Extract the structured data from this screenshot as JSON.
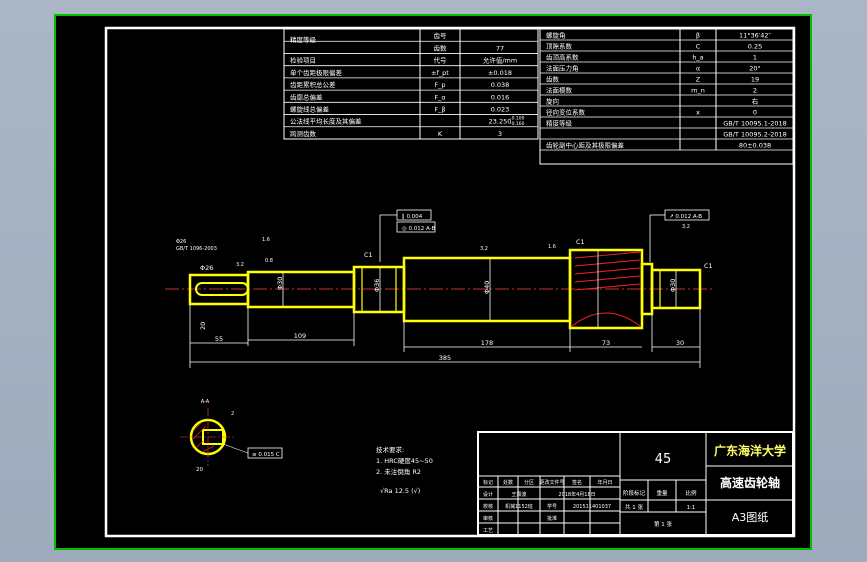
{
  "gear_params_left": [
    {
      "name": "精度等级",
      "sym": "",
      "val": ""
    },
    {
      "name": "检验项目",
      "sym": "代号",
      "val": "允许值/mm"
    },
    {
      "name": "单个齿距极限偏差",
      "sym": "±f_pt",
      "val": "±0.018"
    },
    {
      "name": "齿距累积总公差",
      "sym": "F_p",
      "val": "0.038"
    },
    {
      "name": "齿廓总偏差",
      "sym": "F_α",
      "val": "0.016"
    },
    {
      "name": "螺旋线总偏差",
      "sym": "F_β",
      "val": "0.023"
    },
    {
      "name": "公法线平均长度及其偏差",
      "sym": "",
      "val": "23.250"
    },
    {
      "name": "跨测齿数",
      "sym": "K",
      "val": "3"
    }
  ],
  "gear_params_left_hdr": {
    "col2": "齿号",
    "col3": "",
    "r1c2": "齿数",
    "r1c3": "77"
  },
  "wn_dev": {
    "upper": "-0.100",
    "lower": "-0.160"
  },
  "gear_params_right": [
    {
      "name": "螺旋角",
      "sym": "β",
      "val": "11°36′42″"
    },
    {
      "name": "顶隙系数",
      "sym": "C",
      "val": "0.25"
    },
    {
      "name": "齿顶高系数",
      "sym": "h_a",
      "val": "1"
    },
    {
      "name": "法面压力角",
      "sym": "α",
      "val": "20°"
    },
    {
      "name": "齿数",
      "sym": "Z",
      "val": "19"
    },
    {
      "name": "法面模数",
      "sym": "m_n",
      "val": "2"
    },
    {
      "name": "旋向",
      "sym": "",
      "val": "右"
    },
    {
      "name": "径向变位系数",
      "sym": "x",
      "val": "0"
    },
    {
      "name": "精度等级",
      "sym": "",
      "val": "GB/T 10095.1-2018"
    },
    {
      "name": "",
      "sym": "",
      "val": "GB/T 10095.2-2018"
    },
    {
      "name": "齿轮副中心距及其极限偏差",
      "sym": "",
      "val": "80±0.038"
    }
  ],
  "tolerances": {
    "sym1": "0.004",
    "sym2": "0.012",
    "ref2": "A-B",
    "runout": "0.012",
    "runout_ref": "A-B",
    "key": "0.015",
    "key_ref": "C"
  },
  "dims": {
    "d1": "Φ26",
    "d2": "Φ30",
    "d3": "Φ36",
    "d4": "Φ40",
    "d5": "Φ30",
    "l1": "55",
    "l2": "109",
    "l3": "178",
    "l4": "73",
    "l5": "30",
    "total": "385",
    "k1": "20",
    "k2": "2",
    "k3": "C1",
    "k4": "C1",
    "rough1": "1.6",
    "rough2": "3.2",
    "rough3": "0.8",
    "rough4": "3.2",
    "rough5": "1.6",
    "rough6": "3.2",
    "note_a": "Φ26",
    "note_b": "GB/T 1096-2003"
  },
  "section_label": "A-A",
  "tech_req": {
    "title": "技术要求:",
    "items": [
      "1. HRC硬度45~50",
      "2. 未注倒角 R2"
    ],
    "rough": "Ra 12.5"
  },
  "title_block": {
    "material": "45",
    "school": "广东海洋大学",
    "part": "高速齿轮轴",
    "size": "A3图纸",
    "row1": [
      "标记",
      "处数",
      "分区",
      "更改文件号",
      "签名",
      "年月日"
    ],
    "row2": [
      "设计",
      "王霖波",
      "2018年4月18日",
      "标准化",
      "",
      "阶段标记",
      "重量",
      "比例"
    ],
    "row3": [
      "校核",
      "机械1152班",
      "学号",
      "201511401037"
    ],
    "row4": [
      "审核",
      "",
      "",
      "",
      "",
      "共 1 张",
      "",
      "1:1"
    ],
    "row5": [
      "工艺",
      "",
      "批准",
      "",
      "",
      "第 1 张"
    ]
  },
  "colors": {
    "bg": "#000000",
    "frame": "#ffffff",
    "border": "#00cc00",
    "part": "#ffff00",
    "dim": "#ffffff",
    "center": "#ff4040",
    "hatch": "#ff2020",
    "text": "#ffffff",
    "title_accent": "#ffff66"
  }
}
